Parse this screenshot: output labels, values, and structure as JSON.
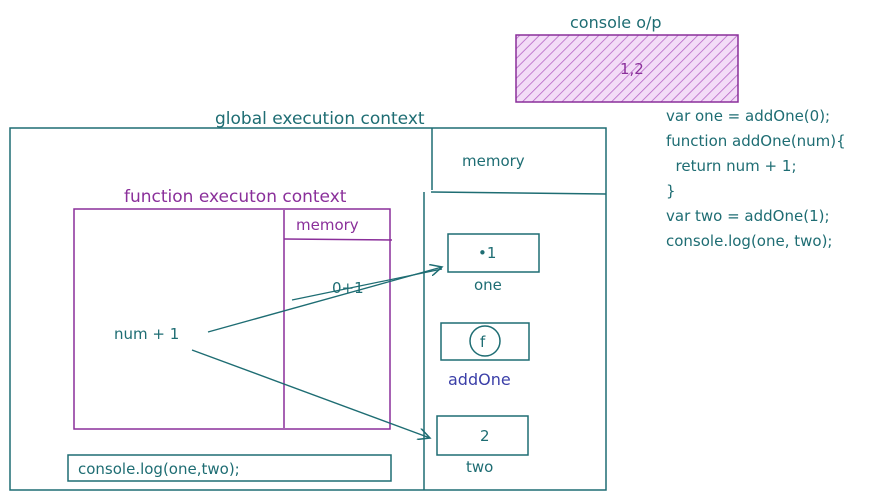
{
  "console_output": {
    "title": "console o/p",
    "value": "1,2",
    "fill_color": "#e3b8ec",
    "stroke_color": "#8a2f9a"
  },
  "global_context": {
    "title": "global execution context",
    "memory_label": "memory",
    "statement": "console.log(one,two);",
    "color": "#1e6d73"
  },
  "function_context": {
    "title": "function executon context",
    "memory_label": "memory",
    "expression": "num + 1",
    "memory_value": "0+1",
    "color": "#8a2f9a"
  },
  "memory_cells": [
    {
      "value": "•1",
      "label": "one"
    },
    {
      "value": "f",
      "label": "addOne"
    },
    {
      "value": "2",
      "label": "two"
    }
  ],
  "code_lines": [
    "var one = addOne(0);",
    "function addOne(num){",
    "  return num + 1;",
    "}",
    "var two = addOne(1);",
    "console.log(one, two);"
  ]
}
